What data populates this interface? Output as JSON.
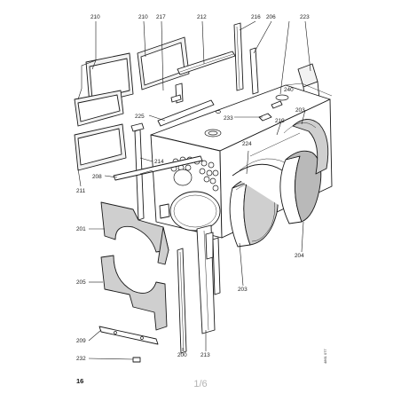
{
  "labels": {
    "l210a": "210",
    "l210b": "210",
    "l217": "217",
    "l212a": "212",
    "l216": "216",
    "l206": "206",
    "l223": "223",
    "l240": "240",
    "l225": "225",
    "l233": "233",
    "l212b": "212",
    "l203a": "203",
    "l224": "224",
    "l214": "214",
    "l208": "208",
    "l211": "211",
    "l201": "201",
    "l205": "205",
    "l204": "204",
    "l203b": "203",
    "l209": "209",
    "l200": "200",
    "l213": "213",
    "l232": "232"
  },
  "page_number": "16",
  "pager": "1/6",
  "drawing_code": "4861 077"
}
